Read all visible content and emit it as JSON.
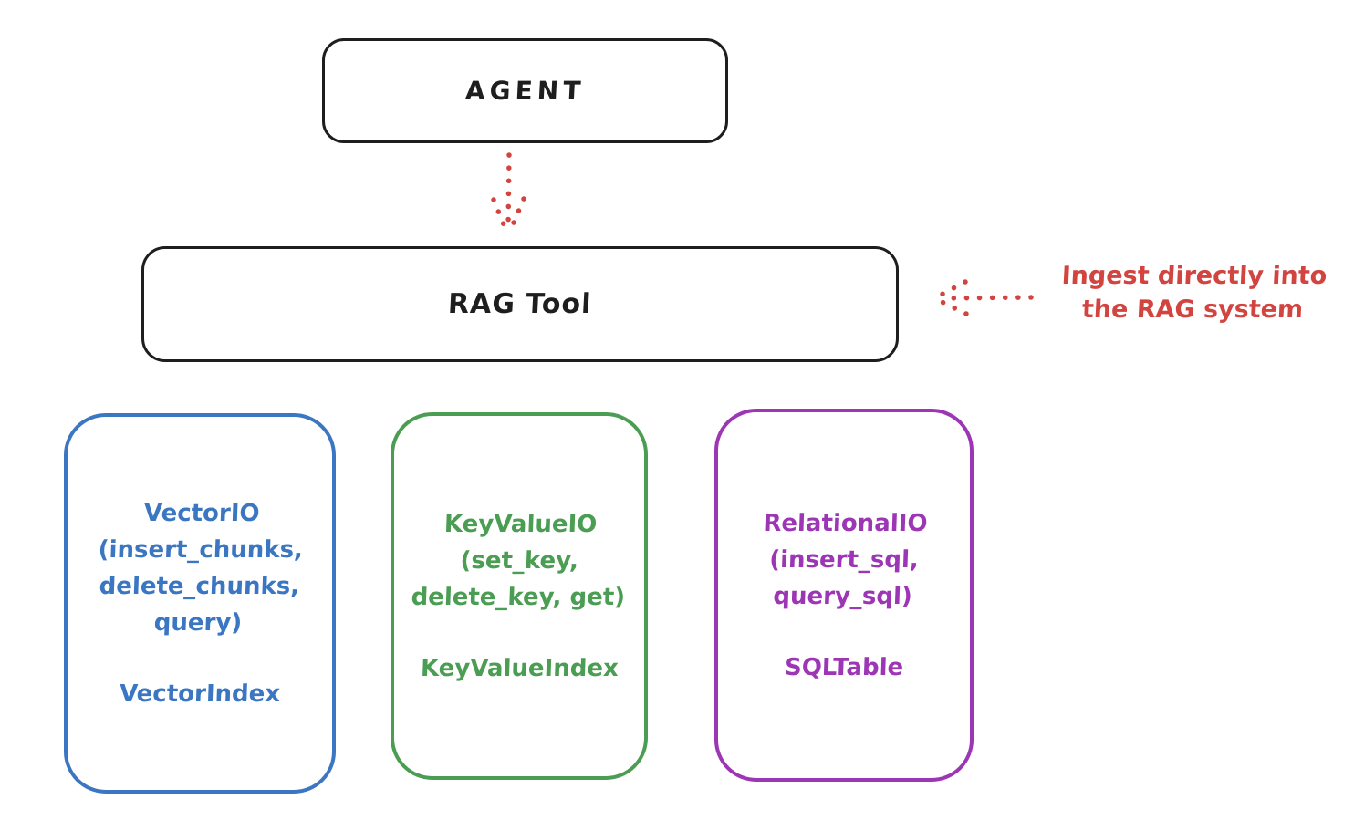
{
  "diagram": {
    "title_hint": "RAG Tool architecture sketch",
    "agent": {
      "label": "AGENT"
    },
    "rag_tool": {
      "label": "RAG Tool"
    },
    "annotation": {
      "text": "Ingest directly into\nthe RAG system"
    },
    "stores": [
      {
        "name": "vector-store",
        "io_text": "VectorIO\n(insert_chunks,\ndelete_chunks,\nquery)",
        "index_text": "VectorIndex",
        "color": "#3a76c2"
      },
      {
        "name": "keyvalue-store",
        "io_text": "KeyValueIO\n(set_key,\ndelete_key, get)",
        "index_text": "KeyValueIndex",
        "color": "#4a9d52"
      },
      {
        "name": "relational-store",
        "io_text": "RelationalIO\n(insert_sql,\nquery_sql)",
        "index_text": "SQLTable",
        "color": "#9c36b5"
      }
    ],
    "colors": {
      "ink": "#1e1e1e",
      "red": "#d24440",
      "blue": "#3a76c2",
      "green": "#4a9d52",
      "purple": "#9c36b5",
      "background": "#ffffff"
    }
  }
}
